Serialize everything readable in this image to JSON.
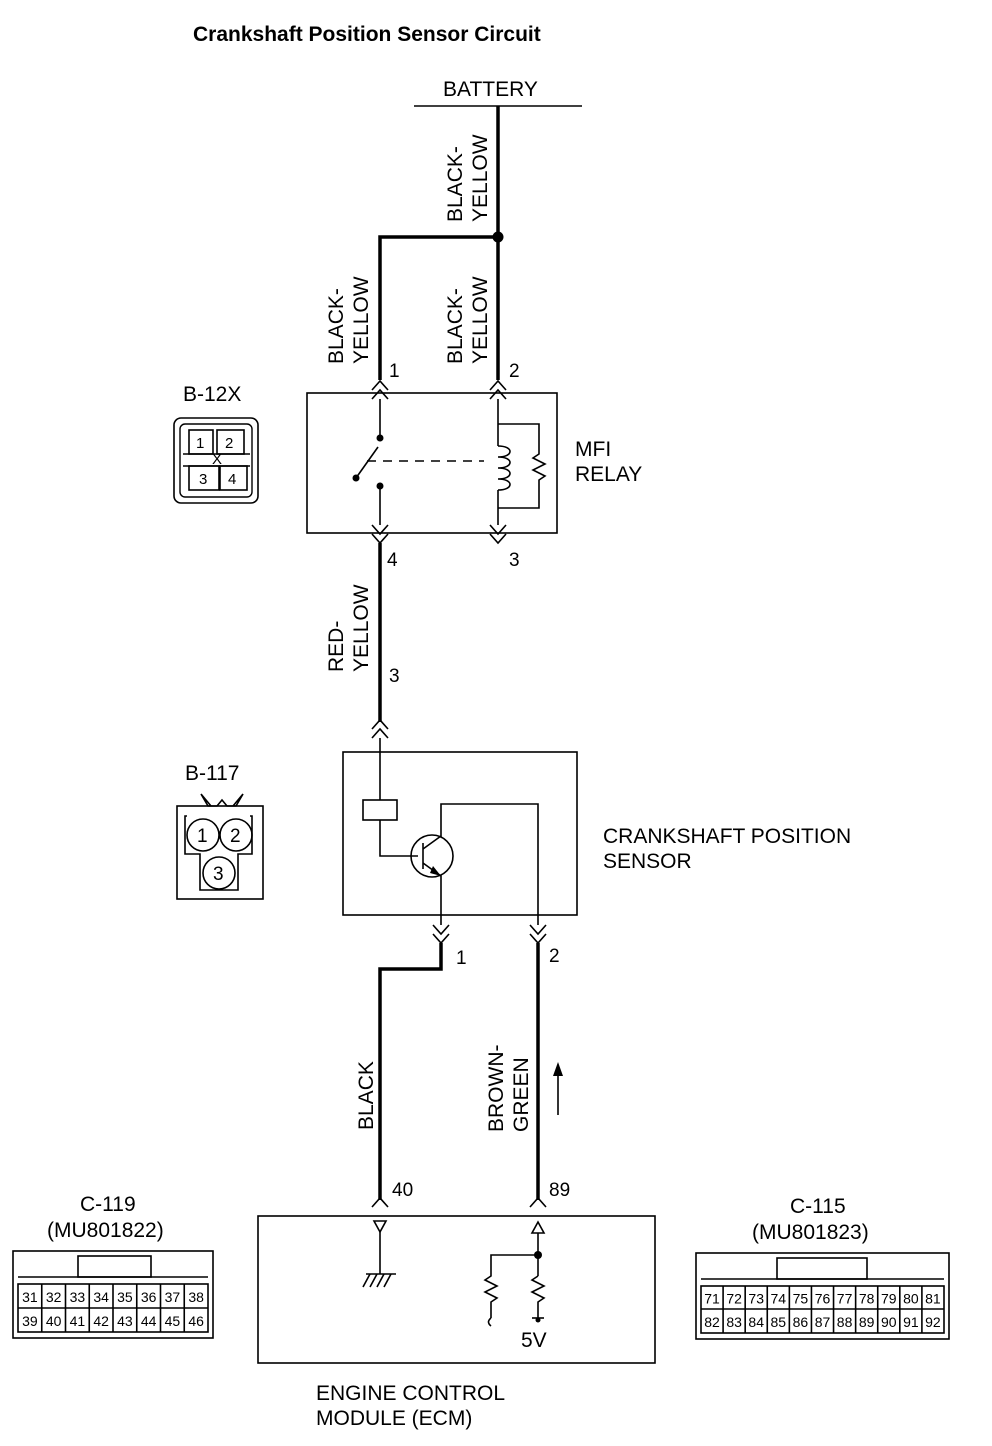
{
  "title": "Crankshaft Position Sensor Circuit",
  "battery": {
    "label": "BATTERY"
  },
  "wires": {
    "battery_feed": [
      "BLACK-",
      "YELLOW"
    ],
    "relay_pin1": [
      "BLACK-",
      "YELLOW"
    ],
    "relay_pin2": [
      "BLACK-",
      "YELLOW"
    ],
    "relay_to_sensor": [
      "RED-",
      "YELLOW"
    ],
    "sensor_ground": [
      "BLACK"
    ],
    "sensor_signal": [
      "BROWN-",
      "GREEN"
    ]
  },
  "mfi_relay": {
    "name_lines": [
      "MFI",
      "RELAY"
    ],
    "pins": {
      "p1": "1",
      "p2": "2",
      "p3": "3",
      "p4": "4"
    }
  },
  "connector_b12x": {
    "id": "B-12X",
    "cells": [
      "1",
      "2",
      "3",
      "4"
    ],
    "mark": "X"
  },
  "crank_sensor": {
    "name_lines": [
      "CRANKSHAFT POSITION",
      "SENSOR"
    ],
    "pins": {
      "p1": "1",
      "p2": "2",
      "p3": "3"
    }
  },
  "connector_b117": {
    "id": "B-117",
    "cells": [
      "1",
      "2",
      "3"
    ]
  },
  "ecm": {
    "name_lines": [
      "ENGINE CONTROL",
      "MODULE (ECM)"
    ],
    "pins": {
      "ground": "40",
      "signal": "89"
    },
    "voltage": "5V"
  },
  "connector_c119": {
    "id": "C-119",
    "part": "(MU801822)",
    "row1": [
      "31",
      "32",
      "33",
      "34",
      "35",
      "36",
      "37",
      "38"
    ],
    "row2": [
      "39",
      "40",
      "41",
      "42",
      "43",
      "44",
      "45",
      "46"
    ]
  },
  "connector_c115": {
    "id": "C-115",
    "part": "(MU801823)",
    "row1": [
      "71",
      "72",
      "73",
      "74",
      "75",
      "76",
      "77",
      "78",
      "79",
      "80",
      "81"
    ],
    "row2": [
      "82",
      "83",
      "84",
      "85",
      "86",
      "87",
      "88",
      "89",
      "90",
      "91",
      "92"
    ]
  }
}
